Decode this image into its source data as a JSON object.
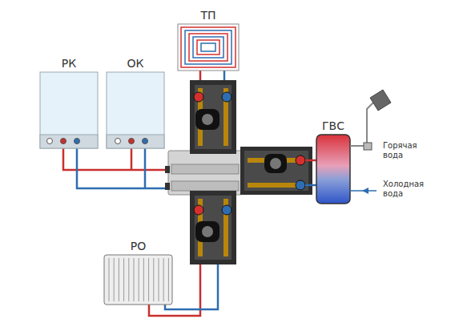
{
  "diagram": {
    "nodes": [
      {
        "text": [
          "РК"
        ]
      },
      {
        "text": [
          "ОК"
        ]
      },
      {
        "text": [
          "ТП"
        ]
      },
      {
        "text": [
          "ГВС"
        ]
      },
      {
        "text": [
          "РО"
        ]
      }
    ],
    "labels": [
      "Горячая вода",
      "Холодная вода"
    ]
  }
}
